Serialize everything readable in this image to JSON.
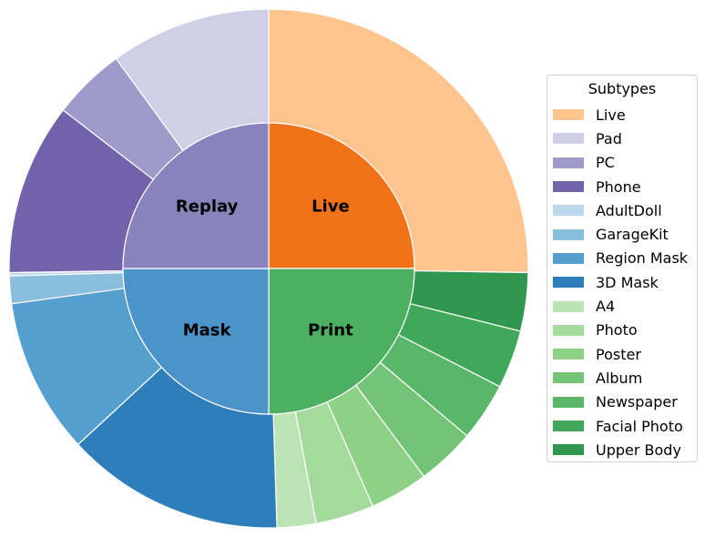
{
  "chart_data": {
    "type": "pie",
    "subtype": "nested-donut",
    "inner_ring": [
      {
        "name": "Live",
        "value": 25,
        "color": "#f07219"
      },
      {
        "name": "Print",
        "value": 25,
        "color": "#4bb061"
      },
      {
        "name": "Mask",
        "value": 25,
        "color": "#4b93c8"
      },
      {
        "name": "Replay",
        "value": 25,
        "color": "#8882bd"
      }
    ],
    "outer_ring": [
      {
        "name": "Live",
        "parent": "Live",
        "value": 25,
        "color": "#fdc48e"
      },
      {
        "name": "Upper Body",
        "parent": "Print",
        "value": 3.6,
        "color": "#2f9750"
      },
      {
        "name": "Facial Photo",
        "parent": "Print",
        "value": 3.6,
        "color": "#3fa85b"
      },
      {
        "name": "Newspaper",
        "parent": "Print",
        "value": 3.6,
        "color": "#5ab769"
      },
      {
        "name": "Album",
        "parent": "Print",
        "value": 3.6,
        "color": "#74c477"
      },
      {
        "name": "Poster",
        "parent": "Print",
        "value": 3.6,
        "color": "#8fd087"
      },
      {
        "name": "Photo",
        "parent": "Print",
        "value": 3.6,
        "color": "#a5da9d"
      },
      {
        "name": "A4",
        "parent": "Print",
        "value": 2.4,
        "color": "#bae4b3"
      },
      {
        "name": "3D Mask",
        "parent": "Mask",
        "value": 13.5,
        "color": "#2f7ebc"
      },
      {
        "name": "Region Mask",
        "parent": "Mask",
        "value": 9.6,
        "color": "#559fcf"
      },
      {
        "name": "GarageKit",
        "parent": "Mask",
        "value": 1.7,
        "color": "#89bedc"
      },
      {
        "name": "AdultDoll",
        "parent": "Mask",
        "value": 0.2,
        "color": "#bdd7ed"
      },
      {
        "name": "Phone",
        "parent": "Replay",
        "value": 10.6,
        "color": "#7262ac"
      },
      {
        "name": "PC",
        "parent": "Replay",
        "value": 4.5,
        "color": "#9e9ac9"
      },
      {
        "name": "Pad",
        "parent": "Replay",
        "value": 9.9,
        "color": "#cfcfe6"
      }
    ],
    "legend": {
      "title": "Subtypes",
      "placement": "right",
      "items": [
        {
          "label": "Live",
          "color": "#fdc48e"
        },
        {
          "label": "Pad",
          "color": "#cfcfe6"
        },
        {
          "label": "PC",
          "color": "#9e9ac9"
        },
        {
          "label": "Phone",
          "color": "#7262ac"
        },
        {
          "label": "AdultDoll",
          "color": "#bdd7ed"
        },
        {
          "label": "GarageKit",
          "color": "#89bedc"
        },
        {
          "label": "Region Mask",
          "color": "#559fcf"
        },
        {
          "label": "3D Mask",
          "color": "#2f7ebc"
        },
        {
          "label": "A4",
          "color": "#bae4b3"
        },
        {
          "label": "Photo",
          "color": "#a5da9d"
        },
        {
          "label": "Poster",
          "color": "#8fd087"
        },
        {
          "label": "Album",
          "color": "#74c477"
        },
        {
          "label": "Newspaper",
          "color": "#5ab769"
        },
        {
          "label": "Facial Photo",
          "color": "#3fa85b"
        },
        {
          "label": "Upper Body",
          "color": "#2f9750"
        }
      ]
    }
  }
}
